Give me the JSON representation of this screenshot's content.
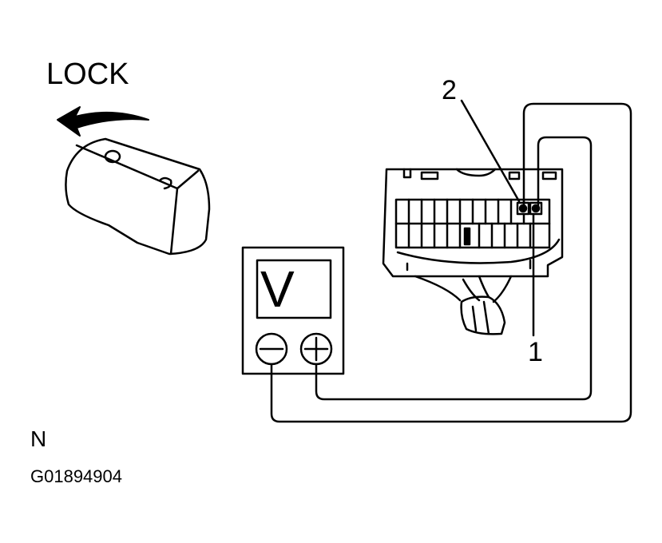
{
  "labels": {
    "lock": "LOCK",
    "terminal_2": "2",
    "terminal_1": "1",
    "meter_unit": "V",
    "position": "N",
    "figure_code": "G01894904"
  },
  "icons": {
    "key": "ignition-key-icon",
    "arrow": "rotation-arrow-icon",
    "meter": "voltmeter-icon",
    "connector": "connector-icon",
    "probe_negative": "minus-terminal-icon",
    "probe_positive": "plus-terminal-icon"
  },
  "colors": {
    "line": "#000000",
    "background": "#ffffff"
  }
}
